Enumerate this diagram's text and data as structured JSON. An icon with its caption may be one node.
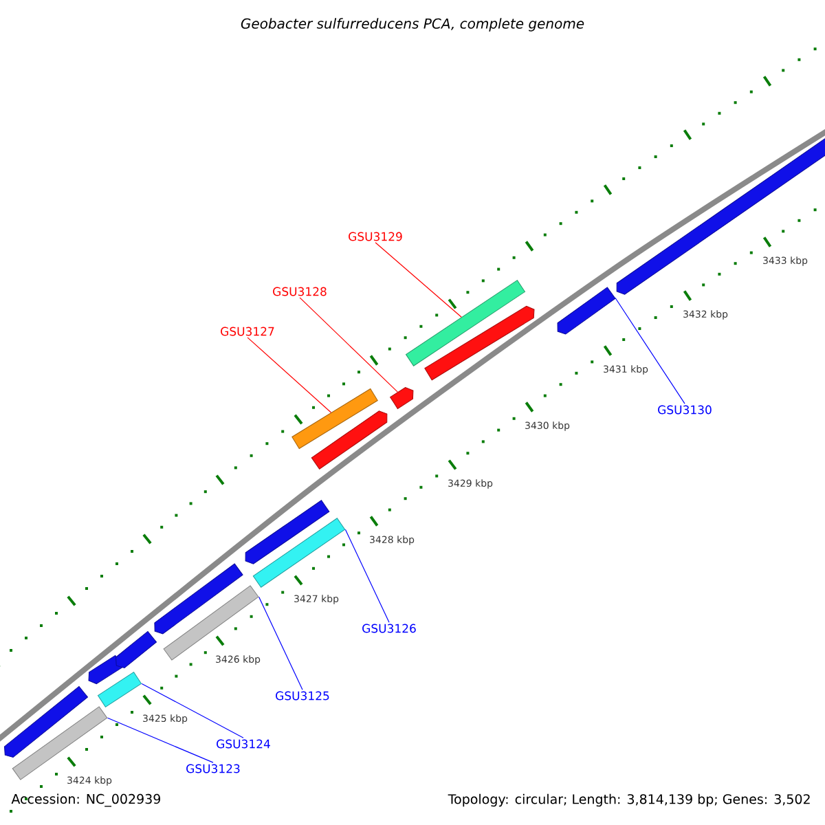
{
  "diagram": {
    "title": "Geobacter sulfurreducens PCA, complete genome",
    "nodes": [
      {
        "text": [
          "GSU3129"
        ]
      },
      {
        "text": [
          "GSU3128"
        ]
      },
      {
        "text": [
          "GSU3127"
        ]
      },
      {
        "text": [
          "GSU3130"
        ]
      },
      {
        "text": [
          "GSU3126"
        ]
      },
      {
        "text": [
          "GSU3125"
        ]
      },
      {
        "text": [
          "GSU3124"
        ]
      },
      {
        "text": [
          "GSU3123"
        ]
      },
      {
        "text": [],
        "shape": "bar"
      },
      {
        "text": [],
        "shape": "bar"
      },
      {
        "text": [],
        "shape": "bar"
      },
      {
        "text": [],
        "shape": "bar"
      },
      {
        "text": [],
        "shape": "bar"
      },
      {
        "text": [],
        "shape": "bar"
      },
      {
        "text": [],
        "shape": "bar"
      },
      {
        "text": [],
        "shape": "bar"
      },
      {
        "text": [],
        "shape": "bar"
      },
      {
        "text": [],
        "shape": "bar"
      },
      {
        "text": [],
        "shape": "bar"
      },
      {
        "text": [],
        "shape": "bar"
      },
      {
        "text": [],
        "shape": "bar"
      },
      {
        "text": [],
        "shape": "bar"
      },
      {
        "text": [],
        "shape": "bar"
      },
      {
        "text": [],
        "shape": "bar"
      }
    ],
    "edges": [
      {
        "from": 0,
        "to": 20,
        "arrow": "none",
        "color": "#ff0000"
      },
      {
        "from": 1,
        "to": 19,
        "arrow": "none",
        "color": "#ff0000"
      },
      {
        "from": 2,
        "to": 17,
        "arrow": "none",
        "color": "#ff0000"
      },
      {
        "from": 3,
        "to": 22,
        "arrow": "none"
      },
      {
        "from": 4,
        "to": 16,
        "arrow": "none"
      },
      {
        "from": 5,
        "to": 14,
        "arrow": "none"
      },
      {
        "from": 6,
        "to": 11,
        "arrow": "none"
      },
      {
        "from": 7,
        "to": 9,
        "arrow": "none"
      }
    ],
    "labels": [
      "3433 kbp",
      "3432 kbp",
      "3431 kbp",
      "3430 kbp",
      "3429 kbp",
      "3428 kbp",
      "3427 kbp",
      "3426 kbp",
      "3425 kbp",
      "3424 kbp",
      "Accession: NC_002939",
      "Topology: circular; Length: 3,814,139 bp; Genes: 3,502"
    ]
  }
}
